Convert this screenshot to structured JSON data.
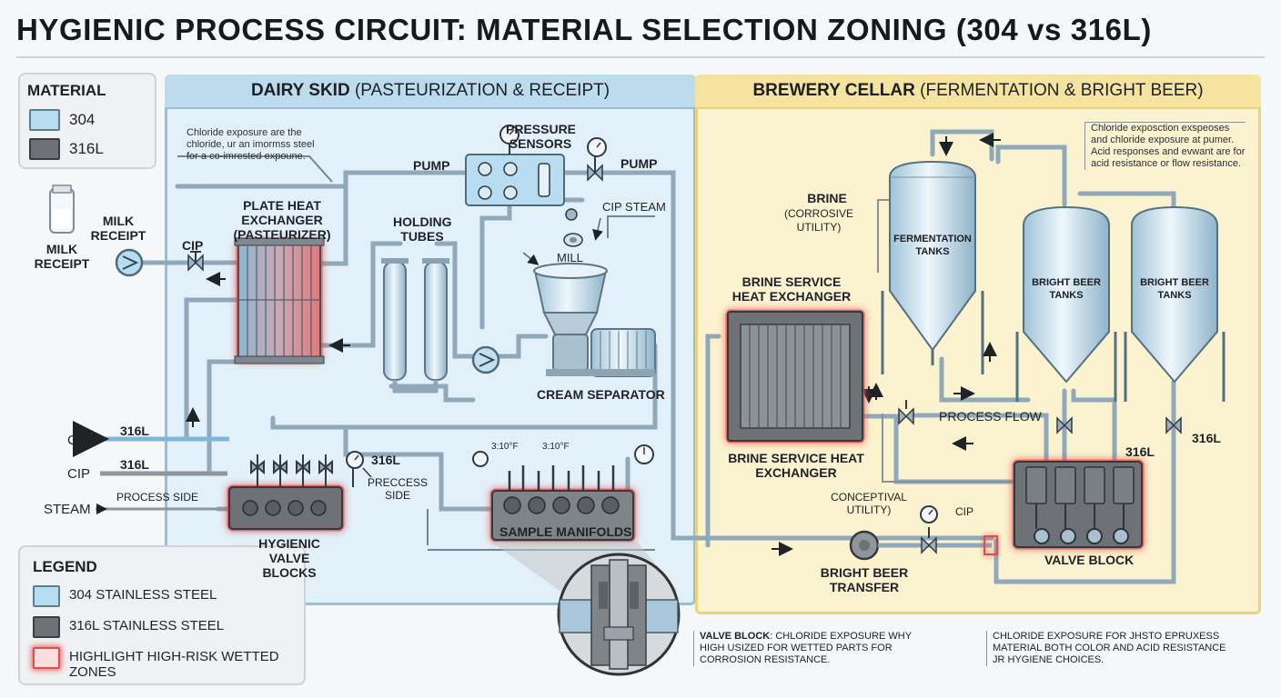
{
  "title": "HYGIENIC PROCESS CIRCUIT: MATERIAL SELECTION ZONING (304 vs 316L)",
  "material_key": {
    "heading": "MATERIAL",
    "items": [
      "304",
      "316L"
    ]
  },
  "dairy": {
    "heading_bold": "DAIRY SKID",
    "heading_rest": "(PASTEURIZATION & RECEIPT)",
    "note": "Chloride exposure are the chloride, ur an imormss steel for a co-imrested expoune.",
    "pressure_sensors": "PRESSURE SENSORS",
    "pump_left": "PUMP",
    "pump_right": "PUMP",
    "cip_steam": "CIP STEAM",
    "mill": "MILL",
    "milk_receipt_top": "MILK RECEIPT",
    "milk_receipt_bottom": "MILK RECEIPT",
    "cip_inlet": "CIP",
    "plate_hx": "PLATE HEAT EXCHANGER (PASTEURIZER)",
    "holding_tubes": "HOLDING TUBES",
    "cream_separator": "CREAM SEPARATOR",
    "valve_blocks": "HYGIENIC VALVE BLOCKS",
    "valve_316l": "316L",
    "process_side_inner": "PRECCESS SIDE",
    "temp_1": "3:10°F",
    "temp_2": "3:10°F",
    "sample_manifolds": "SAMPLE MANIFOLDS"
  },
  "left_lines": {
    "cip_1": "CIP",
    "cip_1_mat": "316L",
    "cip_2": "CIP",
    "cip_2_mat": "316L",
    "steam": "STEAM",
    "process_side": "PROCESS SIDE"
  },
  "brewery": {
    "heading_bold": "BREWERY CELLAR",
    "heading_rest": "(FERMENTATION & BRIGHT BEER)",
    "note": "Chloride exposction exspeoses and chloride exposure at pumer. Acid responses and evwant are for acid resistance or flow resistance.",
    "brine": "BRINE",
    "brine_sub": "(CORROSIVE UTILITY)",
    "fermentation_tanks": "FERMENTATION TANKS",
    "bright_tanks_1": "BRIGHT BEER TANKS",
    "bright_tanks_2": "BRIGHT BEER TANKS",
    "brine_hx_top": "BRINE SERVICE HEAT EXCHANGER",
    "brine_hx_bottom": "BRINE SERVICE HEAT EXCHANGER",
    "process_flow": "PROCESS FLOW",
    "mat_1": "316L",
    "mat_2": "316L",
    "conceptual": "CONCEPTIVAL UTILITY)",
    "cip": "CIP",
    "valve_block": "VALVE BLOCK",
    "bright_transfer": "BRIGHT BEER TRANSFER"
  },
  "legend": {
    "heading": "LEGEND",
    "items": [
      "304 STAINLESS STEEL",
      "316L STAINLESS STEEL",
      "HIGHLIGHT HIGH-RISK WETTED ZONES"
    ]
  },
  "callouts": {
    "valve_bold": "VALVE BLOCK",
    "valve_rest": ": CHLORIDE EXPOSURE WHY HIGH USIZED FOR WETTED PARTS FOR CORROSION RESISTANCE.",
    "right": "CHLORIDE EXPOSURE FOR JHSTO EPRUXESS MATERIAL BOTH COLOR AND ACID RESISTANCE JR HYGIENE CHOICES."
  },
  "colors": {
    "ss304": "#b9ddf0",
    "ss316l": "#6e7276",
    "risk": "#e34a4a",
    "dairy_zone": "#e2f0f9",
    "brewery_zone": "#fbf2cf"
  }
}
